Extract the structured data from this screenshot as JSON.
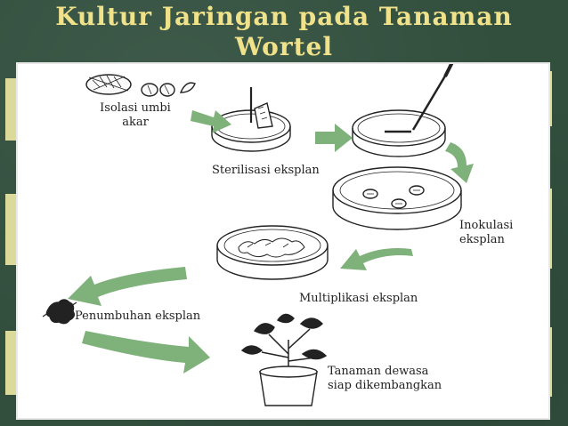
{
  "title_line1": "Kultur Jaringan pada Tanaman",
  "title_line2": "Wortel",
  "steps": {
    "isolasi": "Isolasi umbi",
    "isolasi2": "akar",
    "sterilisasi": "Sterilisasi eksplan",
    "inokulasi": "Inokulasi",
    "inokulasi2": "eksplan",
    "multiplikasi": "Multiplikasi eksplan",
    "penumbuhan": "Penumbuhan eksplan",
    "tanaman": "Tanaman dewasa",
    "tanaman2": "siap dikembangkan"
  },
  "colors": {
    "title": "#f0e28a",
    "board": "#324f3e",
    "arrow": "#7fb27a",
    "tape": "#e9e6a2"
  }
}
